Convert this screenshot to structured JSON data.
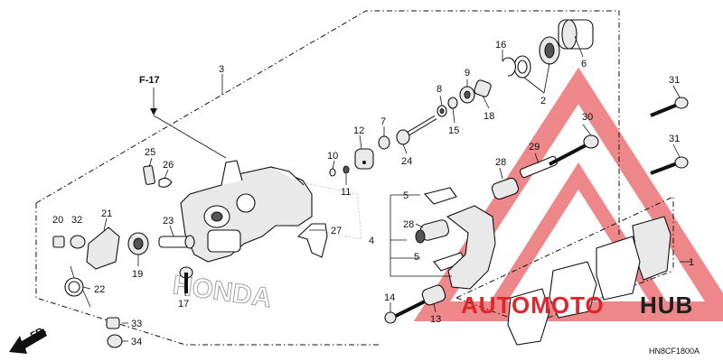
{
  "ref_label": "F-17",
  "direction_label": "FR.",
  "diagram_code": "HN8CF1800A",
  "watermark": {
    "brand_left": "AUTOMOTO",
    "brand_right": "HUB",
    "color_red": "#e0262b",
    "color_dark": "#1e1e1e"
  },
  "callouts": [
    "1",
    "2",
    "3",
    "4",
    "5",
    "5",
    "6",
    "7",
    "8",
    "9",
    "10",
    "11",
    "12",
    "13",
    "14",
    "15",
    "16",
    "17",
    "18",
    "19",
    "20",
    "21",
    "22",
    "23",
    "24",
    "25",
    "26",
    "27",
    "28",
    "28",
    "29",
    "30",
    "31",
    "31",
    "32",
    "33",
    "34"
  ]
}
